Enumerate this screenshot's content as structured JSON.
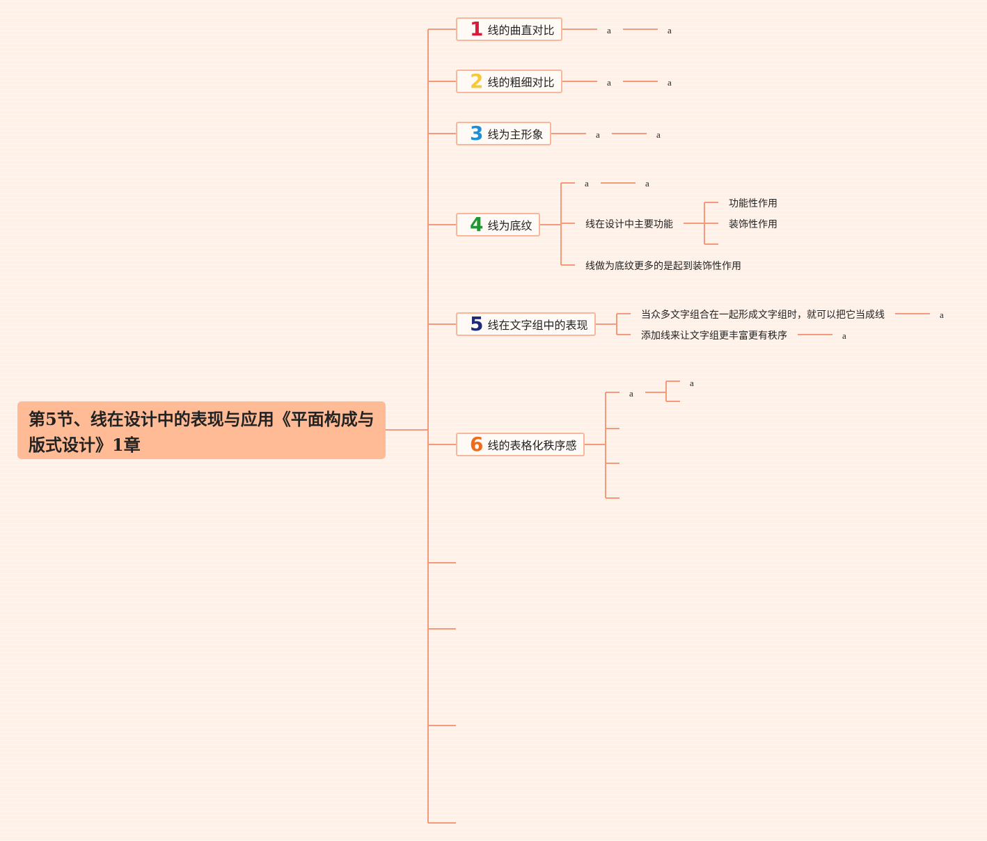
{
  "root": {
    "title": "第5节、线在设计中的表现与应用《平面构成与版式设计》1章"
  },
  "branches": [
    {
      "num": "1",
      "color": "#d81b3c",
      "label": "线的曲直对比"
    },
    {
      "num": "2",
      "color": "#f6c93b",
      "label": "线的粗细对比"
    },
    {
      "num": "3",
      "color": "#1c8fd8",
      "label": "线为主形象"
    },
    {
      "num": "4",
      "color": "#1d9a2f",
      "label": "线为底纹"
    },
    {
      "num": "5",
      "color": "#1f2a78",
      "label": "线在文字组中的表现"
    },
    {
      "num": "6",
      "color": "#f06a1c",
      "label": "线的表格化秩序感"
    }
  ],
  "b1": {
    "a1": "a",
    "a2": "a"
  },
  "b2": {
    "a1": "a",
    "a2": "a"
  },
  "b3": {
    "a1": "a",
    "a2": "a"
  },
  "b4": {
    "a1": "a",
    "a2": "a",
    "func": "线在设计中主要功能",
    "func_children": [
      "功能性作用",
      "装饰性作用"
    ],
    "decor": "线做为底纹更多的是起到装饰性作用"
  },
  "b5": {
    "c1": "当众多文字组合在一起形成文字组时，就可以把它当成线",
    "c1_a": "a",
    "c2": "添加线来让文字组更丰富更有秩序",
    "c2_a": "a"
  },
  "b6": {
    "a1": "a",
    "a2": "a"
  }
}
